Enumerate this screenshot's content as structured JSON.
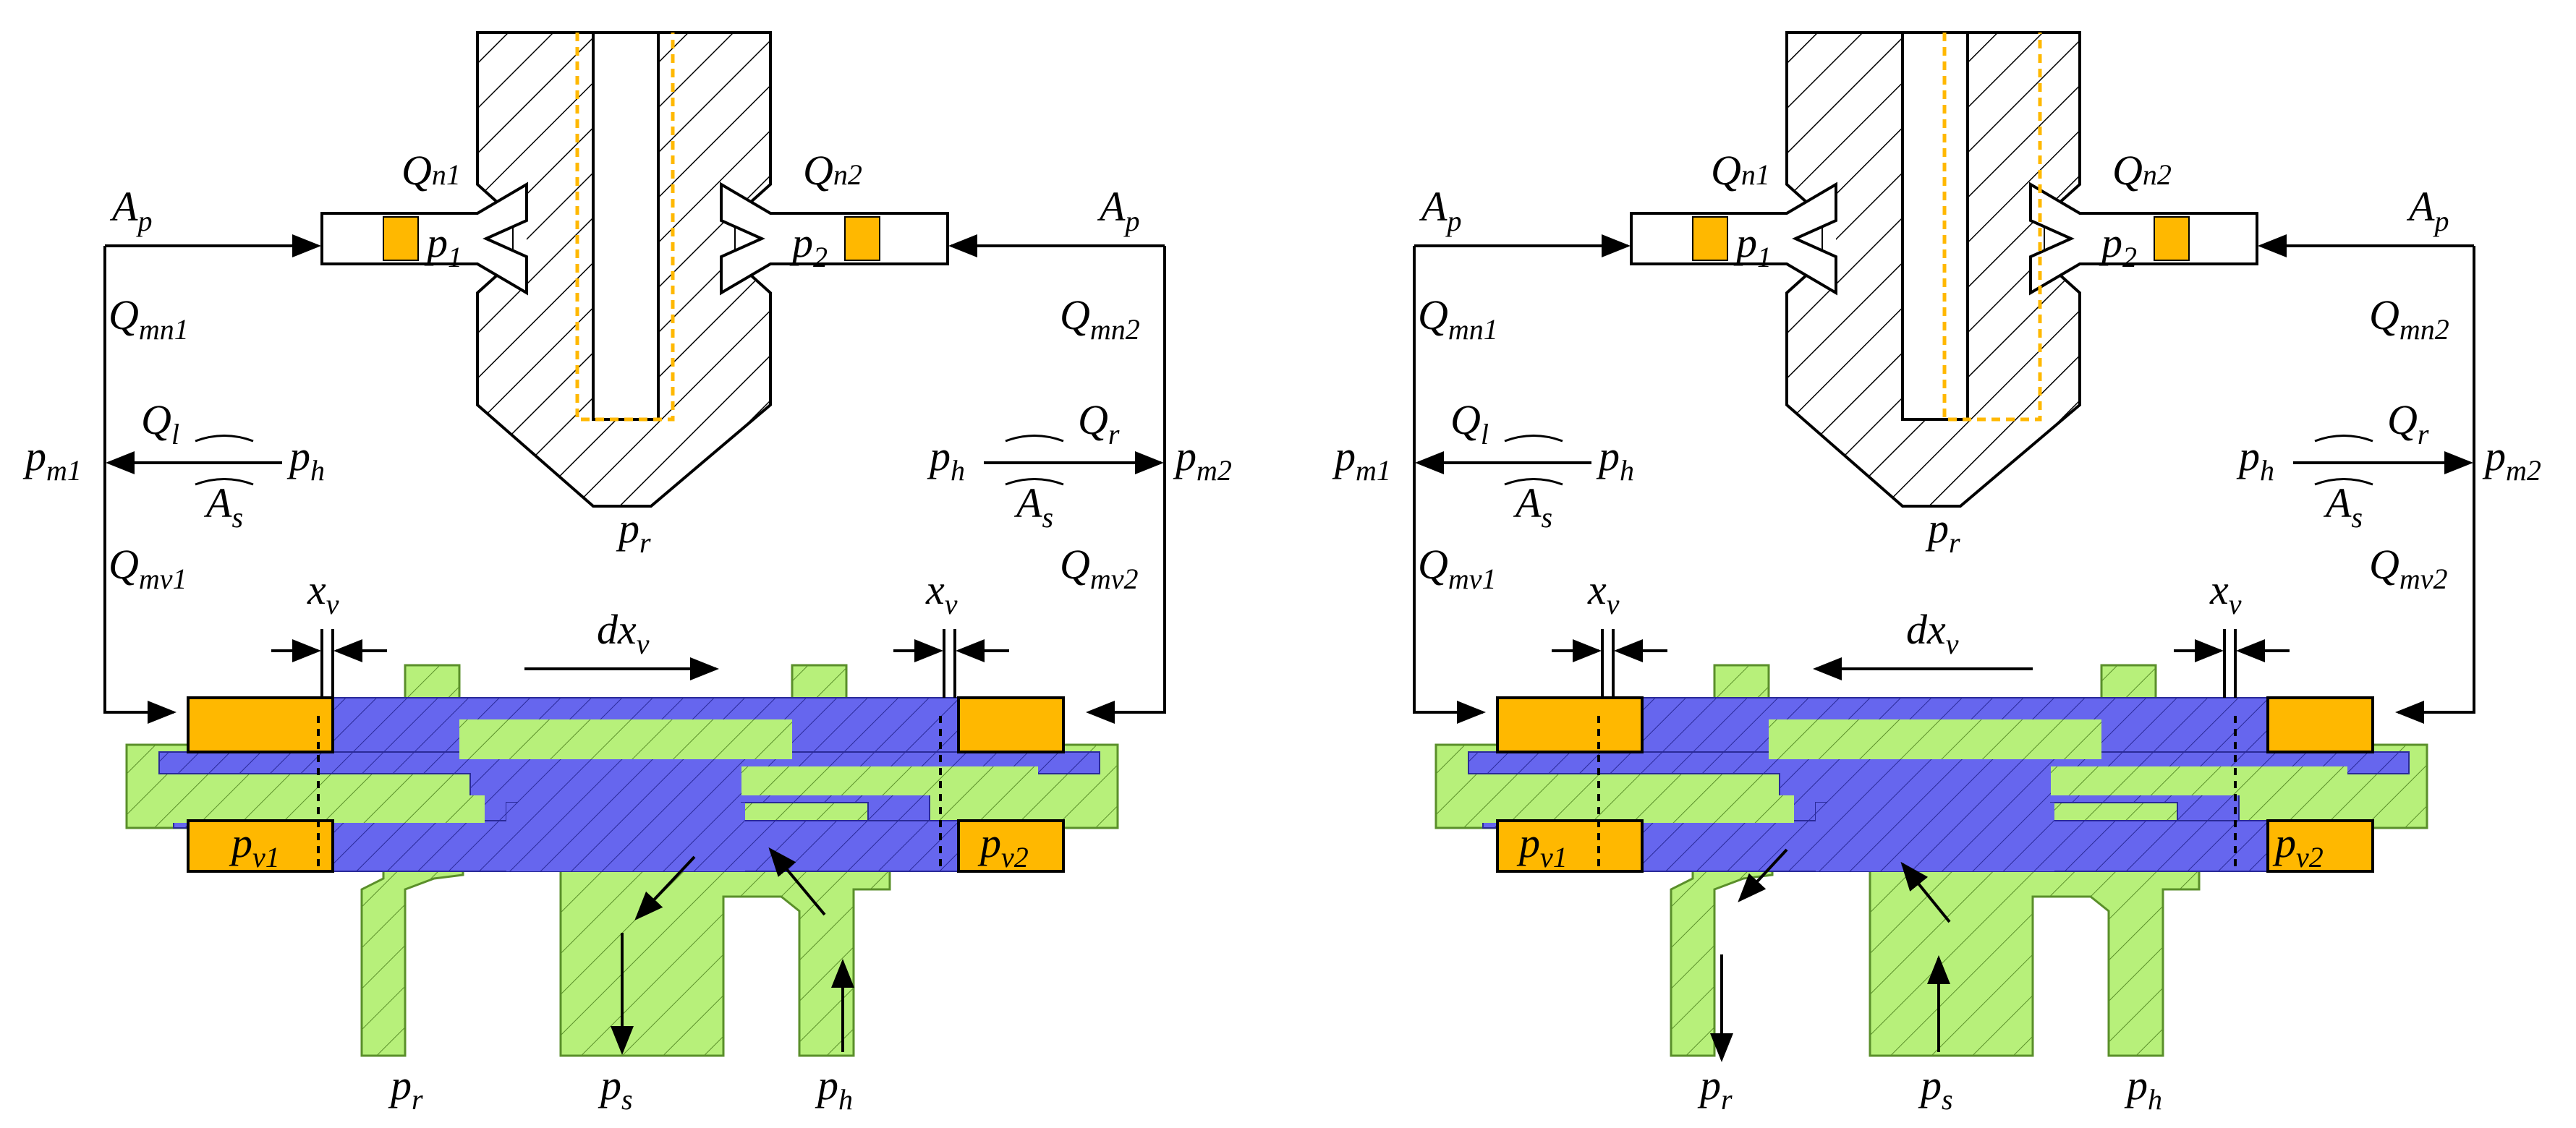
{
  "colors": {
    "orange": "#FFB800",
    "blue": "#6666EE",
    "green": "#B7F07A",
    "nozzle_dash": "#FFB800",
    "line": "#000000"
  },
  "panels": [
    {
      "name": "left",
      "spool_motion": "right",
      "labels": {
        "Qn1": {
          "main": "Q",
          "sub": "n1"
        },
        "Qn2": {
          "main": "Q",
          "sub": "n2"
        },
        "Ap_left": {
          "main": "A",
          "sub": "p"
        },
        "Ap_right": {
          "main": "A",
          "sub": "p"
        },
        "p1": {
          "main": "p",
          "sub": "1"
        },
        "p2": {
          "main": "p",
          "sub": "2"
        },
        "Qmn1": {
          "main": "Q",
          "sub": "mn1"
        },
        "Qmn2": {
          "main": "Q",
          "sub": "mn2"
        },
        "pm1": {
          "main": "p",
          "sub": "m1"
        },
        "pm2": {
          "main": "p",
          "sub": "m2"
        },
        "Ql": {
          "main": "Q",
          "sub": "l"
        },
        "Qr": {
          "main": "Q",
          "sub": "r"
        },
        "ph_left": {
          "main": "p",
          "sub": "h"
        },
        "ph_right": {
          "main": "p",
          "sub": "h"
        },
        "As_left": {
          "main": "A",
          "sub": "s"
        },
        "As_right": {
          "main": "A",
          "sub": "s"
        },
        "pr_top": {
          "main": "p",
          "sub": "r"
        },
        "Qmv1": {
          "main": "Q",
          "sub": "mv1"
        },
        "Qmv2": {
          "main": "Q",
          "sub": "mv2"
        },
        "xv_left": {
          "main": "x",
          "sub": "v"
        },
        "xv_right": {
          "main": "x",
          "sub": "v"
        },
        "dxv": {
          "main": "dx",
          "sub": "v"
        },
        "pv1": {
          "main": "p",
          "sub": "v1"
        },
        "pv2": {
          "main": "p",
          "sub": "v2"
        },
        "pr_bottom": {
          "main": "p",
          "sub": "r"
        },
        "ps_bottom": {
          "main": "p",
          "sub": "s"
        },
        "ph_bottom": {
          "main": "p",
          "sub": "h"
        }
      }
    },
    {
      "name": "right",
      "spool_motion": "left",
      "labels": {
        "Qn1": {
          "main": "Q",
          "sub": "n1"
        },
        "Qn2": {
          "main": "Q",
          "sub": "n2"
        },
        "Ap_left": {
          "main": "A",
          "sub": "p"
        },
        "Ap_right": {
          "main": "A",
          "sub": "p"
        },
        "p1": {
          "main": "p",
          "sub": "1"
        },
        "p2": {
          "main": "p",
          "sub": "2"
        },
        "Qmn1": {
          "main": "Q",
          "sub": "mn1"
        },
        "Qmn2": {
          "main": "Q",
          "sub": "mn2"
        },
        "pm1": {
          "main": "p",
          "sub": "m1"
        },
        "pm2": {
          "main": "p",
          "sub": "m2"
        },
        "Ql": {
          "main": "Q",
          "sub": "l"
        },
        "Qr": {
          "main": "Q",
          "sub": "r"
        },
        "ph_left": {
          "main": "p",
          "sub": "h"
        },
        "ph_right": {
          "main": "p",
          "sub": "h"
        },
        "As_left": {
          "main": "A",
          "sub": "s"
        },
        "As_right": {
          "main": "A",
          "sub": "s"
        },
        "pr_top": {
          "main": "p",
          "sub": "r"
        },
        "Qmv1": {
          "main": "Q",
          "sub": "mv1"
        },
        "Qmv2": {
          "main": "Q",
          "sub": "mv2"
        },
        "xv_left": {
          "main": "x",
          "sub": "v"
        },
        "xv_right": {
          "main": "x",
          "sub": "v"
        },
        "dxv": {
          "main": "dx",
          "sub": "v"
        },
        "pv1": {
          "main": "p",
          "sub": "v1"
        },
        "pv2": {
          "main": "p",
          "sub": "v2"
        },
        "pr_bottom": {
          "main": "p",
          "sub": "r"
        },
        "ps_bottom": {
          "main": "p",
          "sub": "s"
        },
        "ph_bottom": {
          "main": "p",
          "sub": "h"
        }
      }
    }
  ]
}
